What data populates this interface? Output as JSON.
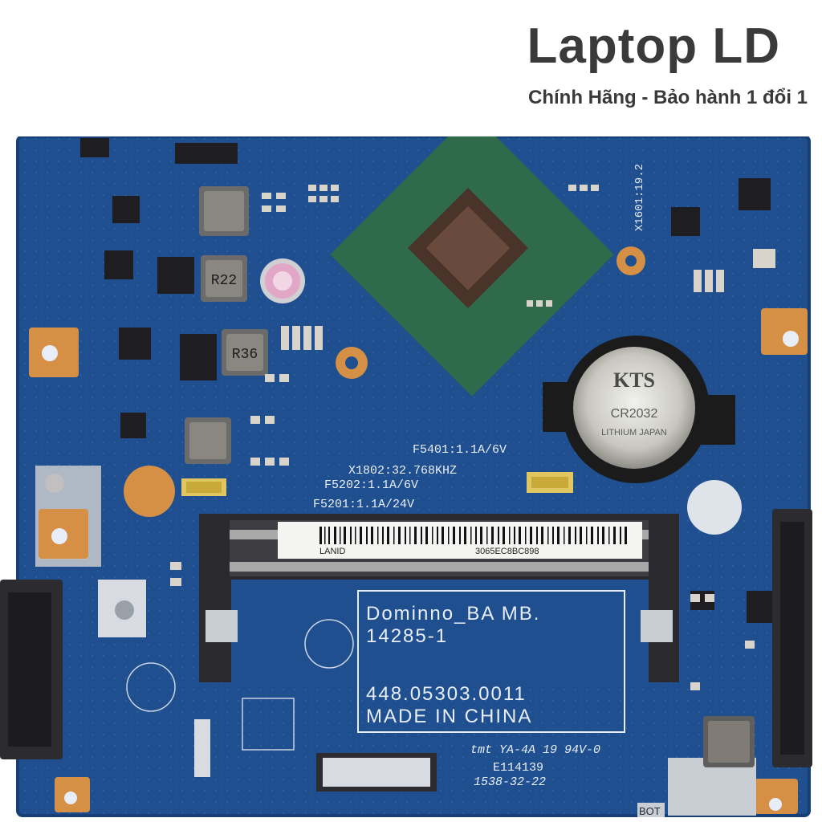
{
  "brand": {
    "title": "Laptop LD",
    "subtitle": "Chính Hãng - Bảo hành 1 đổi 1"
  },
  "board": {
    "model_line1": "Dominno_BA MB.",
    "model_line2": "14285-1",
    "part_number": "448.05303.0011",
    "origin": "MADE IN CHINA",
    "cert_line1": "tmt YA-4A 19 94V-0",
    "cert_line2": "E114139",
    "date_code": "1538-32-22",
    "fuse_5401": "F5401:1.1A/6V",
    "crystal": "X1802:32.768KHZ",
    "fuse_5202": "F5202:1.1A/6V",
    "fuse_5201": "F5201:1.1A/24V",
    "lan_label": "LANID",
    "mac": "3065EC8BC898",
    "inductor_r22": "R22",
    "inductor_r36": "R36",
    "bot": "BOT",
    "cpu_side": "X1601:19.2",
    "battery_brand": "KTS",
    "battery_model": "CR2032",
    "battery_text": "LITHIUM JAPAN",
    "colors": {
      "pcb": "#1f4f8f",
      "pcb_dark": "#173f75",
      "chip": "#2f6a4a",
      "die": "#4a3328",
      "gold": "#d69046",
      "silver": "#bfc4cc"
    }
  }
}
